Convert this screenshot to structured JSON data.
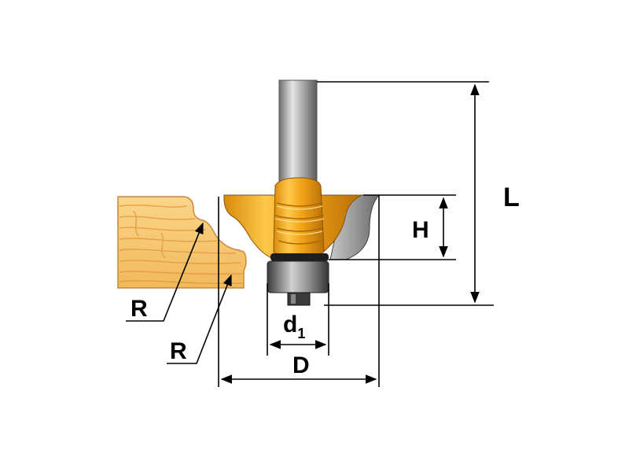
{
  "labels": {
    "L": "L",
    "H": "H",
    "d": "d",
    "d_sub": "1",
    "D": "D",
    "R_upper": "R",
    "R_lower": "R"
  },
  "colors": {
    "cutter_body": "#f2a418",
    "cutter_shadow": "#c27a0a",
    "carbide": "#8a8a8a",
    "shank": "#9a9a9a",
    "bearing": "#555555",
    "wood": "#f6c976",
    "wood_grain": "#e8a64a",
    "line": "#000000"
  }
}
